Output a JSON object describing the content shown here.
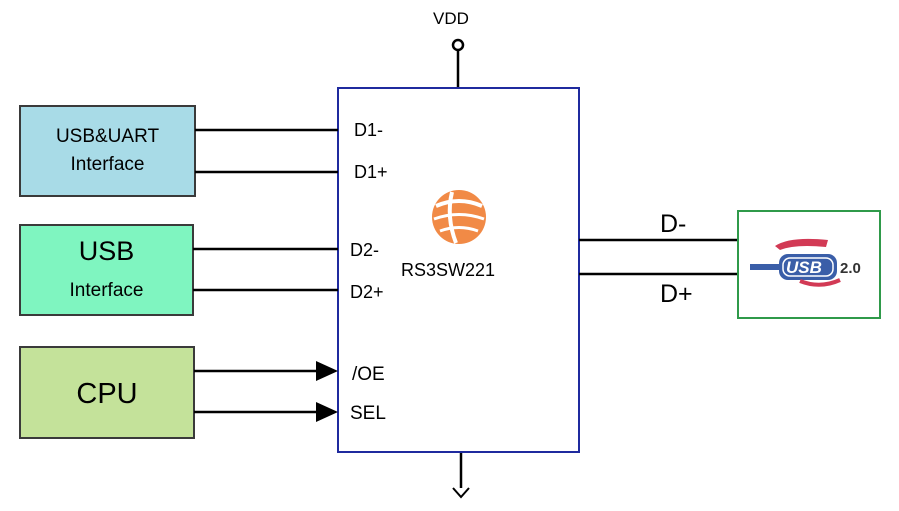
{
  "power": {
    "label": "VDD"
  },
  "chip": {
    "name": "RS3SW221"
  },
  "blocks": {
    "usb_uart": {
      "line1": "USB&UART",
      "line2": "Interface"
    },
    "usb": {
      "line1": "USB",
      "line2": "Interface"
    },
    "cpu": {
      "line1": "CPU"
    }
  },
  "pins": {
    "d1_minus": "D1-",
    "d1_plus": "D1+",
    "d2_minus": "D2-",
    "d2_plus": "D2+",
    "oe": "/OE",
    "sel": "SEL"
  },
  "outputs": {
    "d_minus": "D-",
    "d_plus": "D+"
  },
  "usb_logo": {
    "word": "USB",
    "version": "2.0"
  },
  "colors": {
    "usb_uart_fill": "#a8dbe7",
    "usb_fill": "#7ff5c0",
    "cpu_fill": "#c4e29a",
    "chip_border": "#1f2a9e",
    "logo_box_border": "#2f9a4a",
    "brand_orange": "#f07d32",
    "usb_blue": "#3a5ea8",
    "usb_red": "#d23a55"
  }
}
